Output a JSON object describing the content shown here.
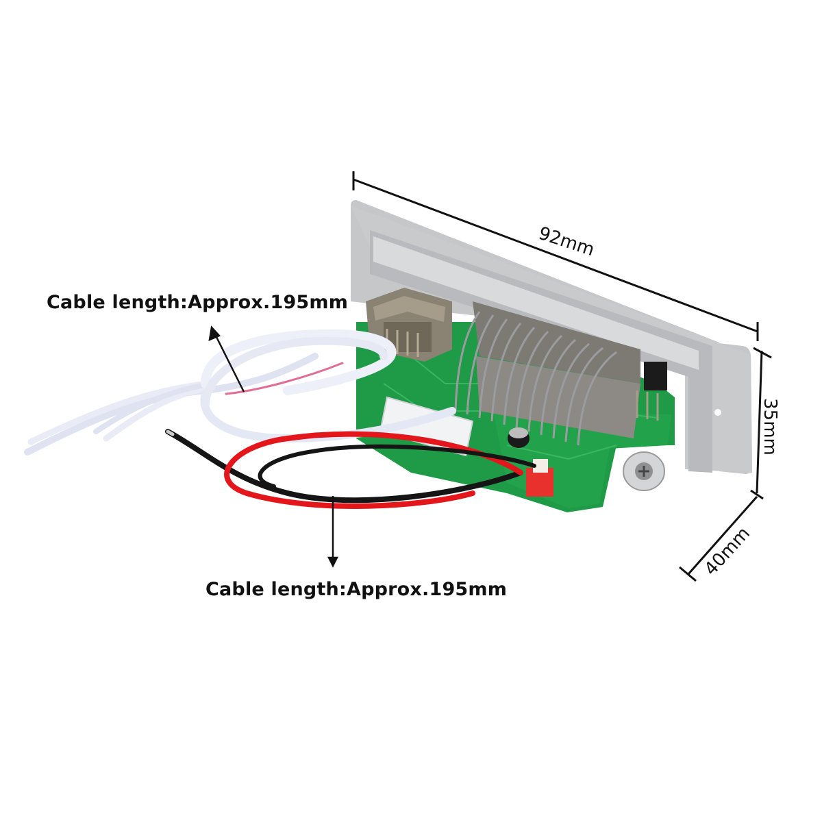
{
  "product": {
    "description": "MP3 decoder board with USB port, SD card slot, silver front panel and cables"
  },
  "annotations": {
    "width_label": "92mm",
    "height_label": "35mm",
    "depth_label": "40mm",
    "cable_top_label": "Cable length:Approx.195mm",
    "cable_bottom_label": "Cable length:Approx.195mm"
  },
  "colors": {
    "background": "#ffffff",
    "panel": "#c9cacc",
    "panel_dark": "#a9abae",
    "pcb": "#1f9a46",
    "red_wire": "#e3161b",
    "black_wire": "#151515",
    "white_cable": "#e9ecf6",
    "cable_marking": "#d9487a",
    "connector_red": "#e8302c"
  }
}
